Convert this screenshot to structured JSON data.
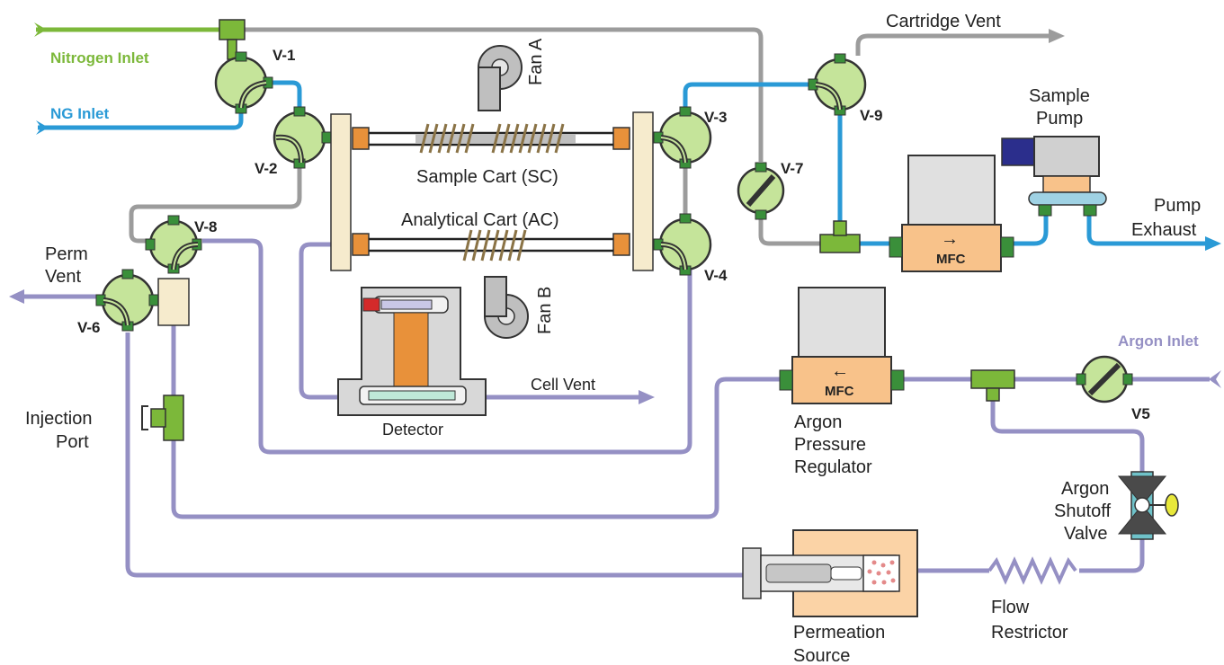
{
  "colors": {
    "nitrogen": "#7cb83a",
    "ng": "#2a9ad6",
    "sample_line": "#2a9ad6",
    "gray_line": "#9c9c9c",
    "argon": "#9590c4",
    "valve_fill": "#c5e49a",
    "mfc_fill": "#f8c28a",
    "fitting_orange": "#e8913a",
    "panel_fill": "#f6ebcd",
    "coil": "#b59a63"
  },
  "inlets": {
    "nitrogen": "Nitrogen Inlet",
    "ng": "NG Inlet",
    "argon": "Argon Inlet"
  },
  "valves": {
    "v1": "V-1",
    "v2": "V-2",
    "v3": "V-3",
    "v4": "V-4",
    "v5": "V5",
    "v6": "V-6",
    "v7": "V-7",
    "v8": "V-8",
    "v9": "V-9"
  },
  "fans": {
    "a": "Fan A",
    "b": "Fan B"
  },
  "carts": {
    "sample": "Sample Cart (SC)",
    "analytical": "Analytical Cart (AC)"
  },
  "vents": {
    "cartridge": "Cartridge Vent",
    "cell": "Cell Vent",
    "perm_line1": "Perm",
    "perm_line2": "Vent",
    "pump_exhaust_line1": "Pump",
    "pump_exhaust_line2": "Exhaust"
  },
  "components": {
    "detector": "Detector",
    "mfc_sample": "MFC",
    "mfc_argon": "MFC",
    "sample_pump_line1": "Sample",
    "sample_pump_line2": "Pump",
    "argon_reg_line1": "Argon",
    "argon_reg_line2": "Pressure",
    "argon_reg_line3": "Regulator",
    "argon_shutoff_line1": "Argon",
    "argon_shutoff_line2": "Shutoff",
    "argon_shutoff_line3": "Valve",
    "flow_restrictor_line1": "Flow",
    "flow_restrictor_line2": "Restrictor",
    "injection_port_line1": "Injection",
    "injection_port_line2": "Port",
    "permeation_line1": "Permeation",
    "permeation_line2": "Source"
  },
  "mfc_arrows": {
    "sample": "→",
    "argon": "←"
  }
}
